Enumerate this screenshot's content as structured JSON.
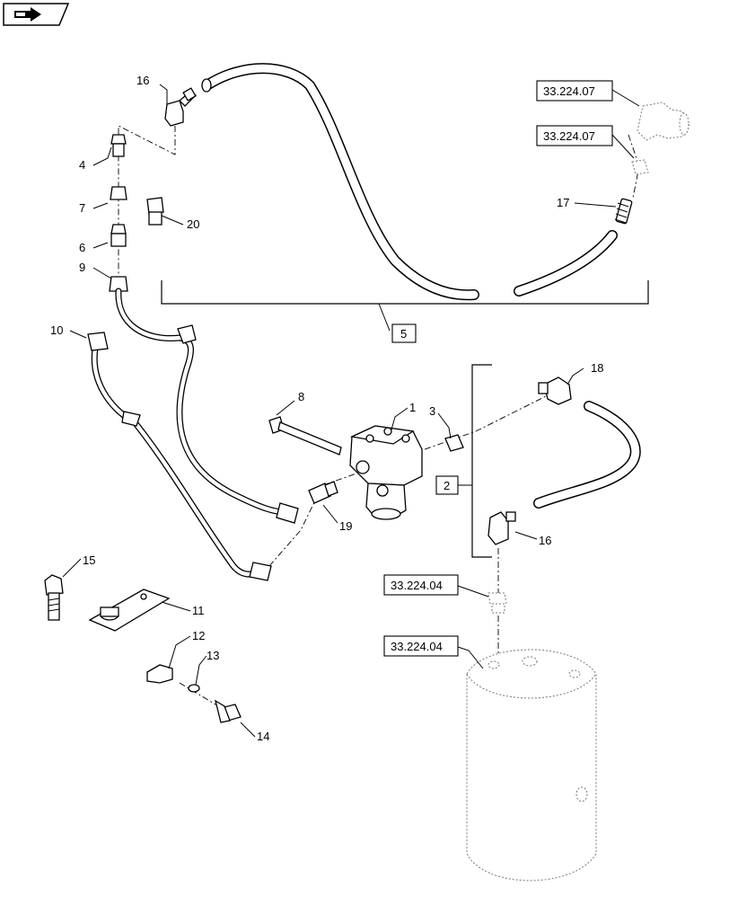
{
  "callouts": {
    "c1": "1",
    "c2": "2",
    "c3": "3",
    "c4": "4",
    "c5": "5",
    "c6": "6",
    "c7": "7",
    "c8": "8",
    "c9": "9",
    "c10": "10",
    "c11": "11",
    "c12": "12",
    "c13": "13",
    "c14": "14",
    "c15": "15",
    "c16a": "16",
    "c16b": "16",
    "c17": "17",
    "c18": "18",
    "c19": "19",
    "c20": "20"
  },
  "references": {
    "top_elbow": "33.224.07",
    "top_fitting": "33.224.07",
    "tank_fitting": "33.224.04",
    "tank": "33.224.04"
  },
  "icons": {
    "corner_badge": "navigation-arrow-icon"
  }
}
